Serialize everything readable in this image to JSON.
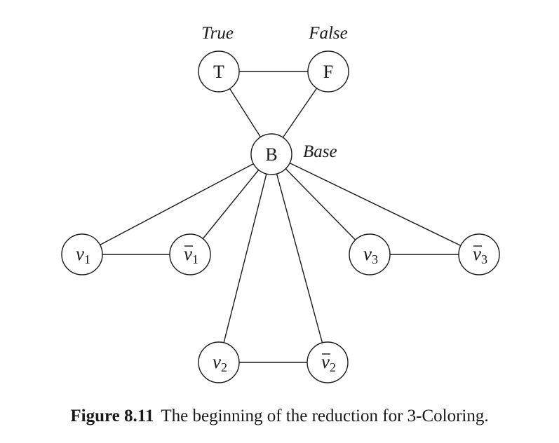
{
  "figure": {
    "labels": {
      "true_label": "True",
      "false_label": "False",
      "base_label": "Base"
    },
    "nodes": [
      {
        "id": "T",
        "text": "T",
        "bar": false,
        "sub": ""
      },
      {
        "id": "F",
        "text": "F",
        "bar": false,
        "sub": ""
      },
      {
        "id": "B",
        "text": "B",
        "bar": false,
        "sub": ""
      },
      {
        "id": "v1",
        "text": "v",
        "bar": false,
        "sub": "1"
      },
      {
        "id": "v1bar",
        "text": "v",
        "bar": true,
        "sub": "1"
      },
      {
        "id": "v3",
        "text": "v",
        "bar": false,
        "sub": "3"
      },
      {
        "id": "v3bar",
        "text": "v",
        "bar": true,
        "sub": "3"
      },
      {
        "id": "v2",
        "text": "v",
        "bar": false,
        "sub": "2"
      },
      {
        "id": "v2bar",
        "text": "v",
        "bar": true,
        "sub": "2"
      }
    ],
    "edges": [
      [
        "T",
        "F"
      ],
      [
        "T",
        "B"
      ],
      [
        "F",
        "B"
      ],
      [
        "B",
        "v1"
      ],
      [
        "B",
        "v1bar"
      ],
      [
        "v1",
        "v1bar"
      ],
      [
        "B",
        "v3"
      ],
      [
        "B",
        "v3bar"
      ],
      [
        "v3",
        "v3bar"
      ],
      [
        "B",
        "v2"
      ],
      [
        "B",
        "v2bar"
      ],
      [
        "v2",
        "v2bar"
      ]
    ]
  },
  "caption": {
    "label": "Figure 8.11",
    "text": "The beginning of the reduction for 3-Coloring."
  }
}
